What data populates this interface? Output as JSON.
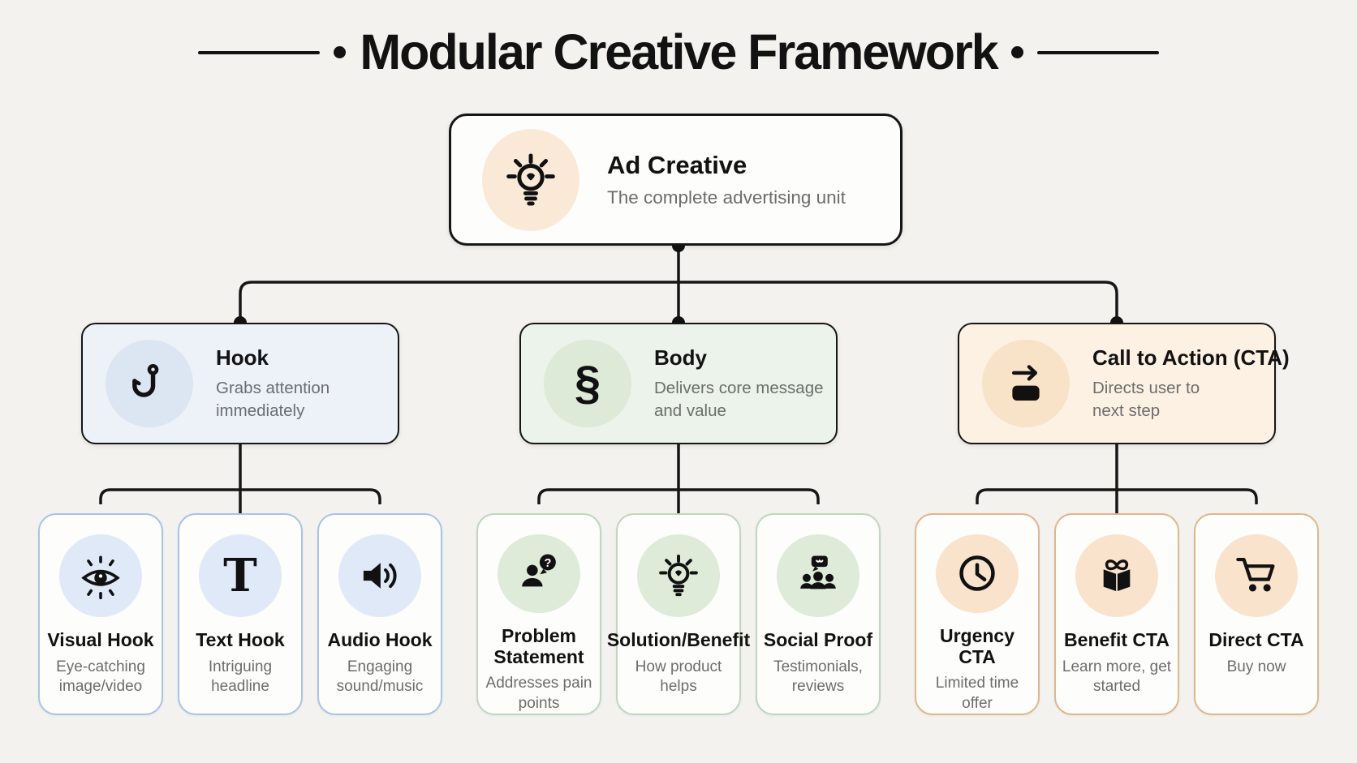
{
  "title": {
    "text": "Modular Creative Framework"
  },
  "root": {
    "icon": "lightbulb-icon",
    "title": "Ad Creative",
    "subtitle": "The complete advertising unit"
  },
  "branches": [
    {
      "icon": "fishing-hook-icon",
      "title": "Hook",
      "subtitle": "Grabs attention immediately",
      "children": [
        {
          "icon": "eye-icon",
          "title": "Visual Hook",
          "subtitle": "Eye-catching image/video"
        },
        {
          "icon": "serif-t-icon",
          "title": "Text Hook",
          "subtitle": "Intriguing headline"
        },
        {
          "icon": "speaker-icon",
          "title": "Audio Hook",
          "subtitle": "Engaging sound/music"
        }
      ]
    },
    {
      "icon": "section-sign-icon",
      "title": "Body",
      "subtitle": "Delivers core message and value",
      "children": [
        {
          "icon": "person-question-icon",
          "title": "Problem Statement",
          "subtitle": "Addresses pain points"
        },
        {
          "icon": "lightbulb-icon",
          "title": "Solution/Benefit",
          "subtitle": "How product helps"
        },
        {
          "icon": "people-chat-icon",
          "title": "Social Proof",
          "subtitle": "Testimonials, reviews"
        }
      ]
    },
    {
      "icon": "arrow-button-icon",
      "title": "Call to Action (CTA)",
      "subtitle": "Directs user to next step",
      "children": [
        {
          "icon": "clock-icon",
          "title": "Urgency CTA",
          "subtitle": "Limited time offer"
        },
        {
          "icon": "gift-icon",
          "title": "Benefit CTA",
          "subtitle": "Learn more, get started"
        },
        {
          "icon": "shopping-cart-icon",
          "title": "Direct CTA",
          "subtitle": "Buy now"
        }
      ]
    }
  ],
  "glyphs": {
    "section_sign": "§",
    "serif_t": "T",
    "question_mark": "?"
  },
  "colors": {
    "page_bg": "#f3f2ef",
    "card_bg": "#fdfdfb",
    "ink": "#121212",
    "muted": "#6d6d6d",
    "line": "#161616",
    "root_circle": "#fbe9d8",
    "hook_bg": "#edf1f8",
    "hook_circle": "#dce5f2",
    "hook_border": "#a9c3e6",
    "hook_leaf_circle": "#dfe9f8",
    "body_bg": "#ecf3ea",
    "body_circle": "#dcead7",
    "body_border": "#bfd7bc",
    "body_leaf_circle": "#ddebd8",
    "cta_bg": "#fdf1e3",
    "cta_circle": "#f8e2c8",
    "cta_border": "#e0b68c",
    "cta_leaf_circle": "#f9e3cc"
  }
}
